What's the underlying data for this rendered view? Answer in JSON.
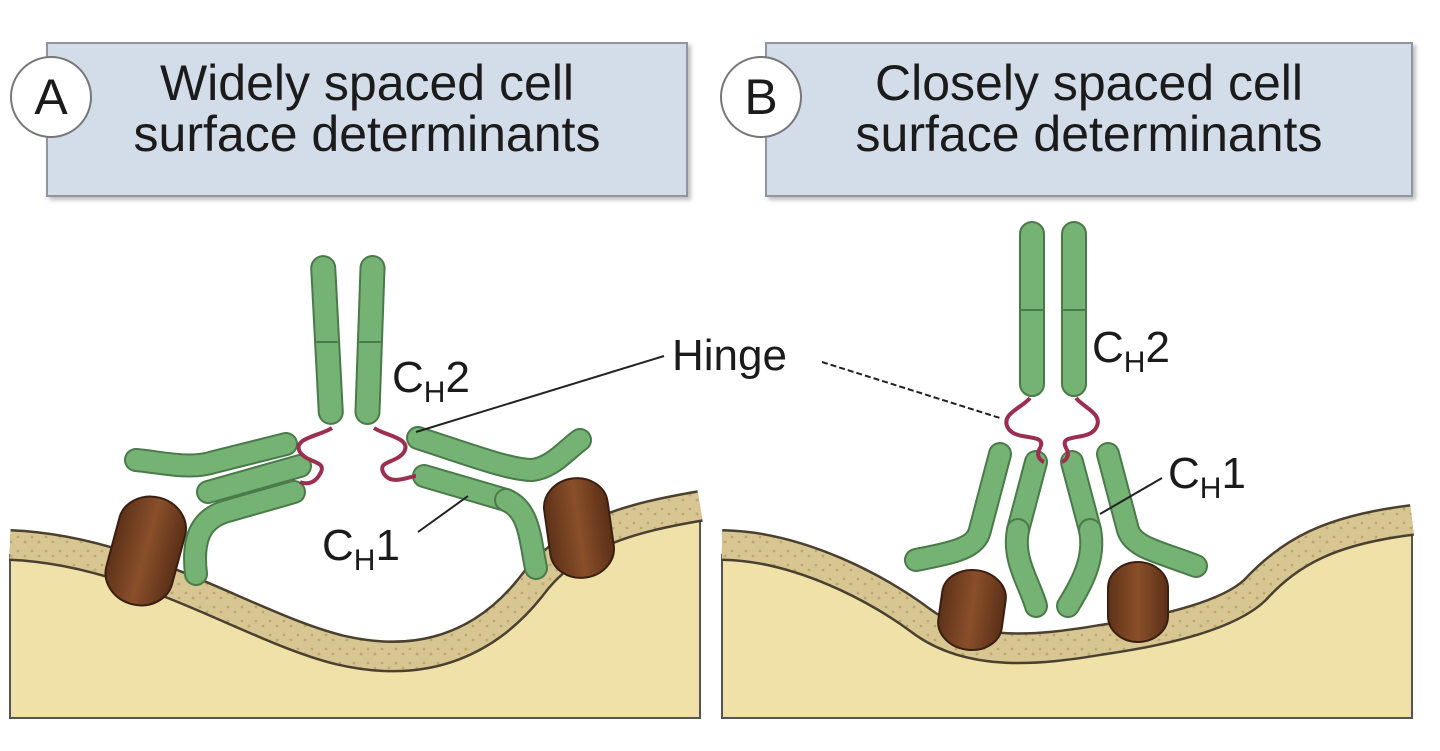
{
  "panel_a": {
    "letter": "A",
    "title_line1": "Widely spaced cell",
    "title_line2": "surface determinants"
  },
  "panel_b": {
    "letter": "B",
    "title_line1": "Closely spaced cell",
    "title_line2": "surface determinants"
  },
  "labels": {
    "hinge": "Hinge",
    "c_letter": "C",
    "h_subscript": "H",
    "domain_2": "2",
    "domain_1": "1"
  },
  "colors": {
    "antibody_green": "#74b374",
    "antibody_outline": "#4a7a4a",
    "hinge_red": "#9c2e50",
    "antigen_brown": "#7a4424",
    "membrane": "#d8c692",
    "cytoplasm": "#f0e1a8",
    "title_box": "#d3dce9"
  }
}
